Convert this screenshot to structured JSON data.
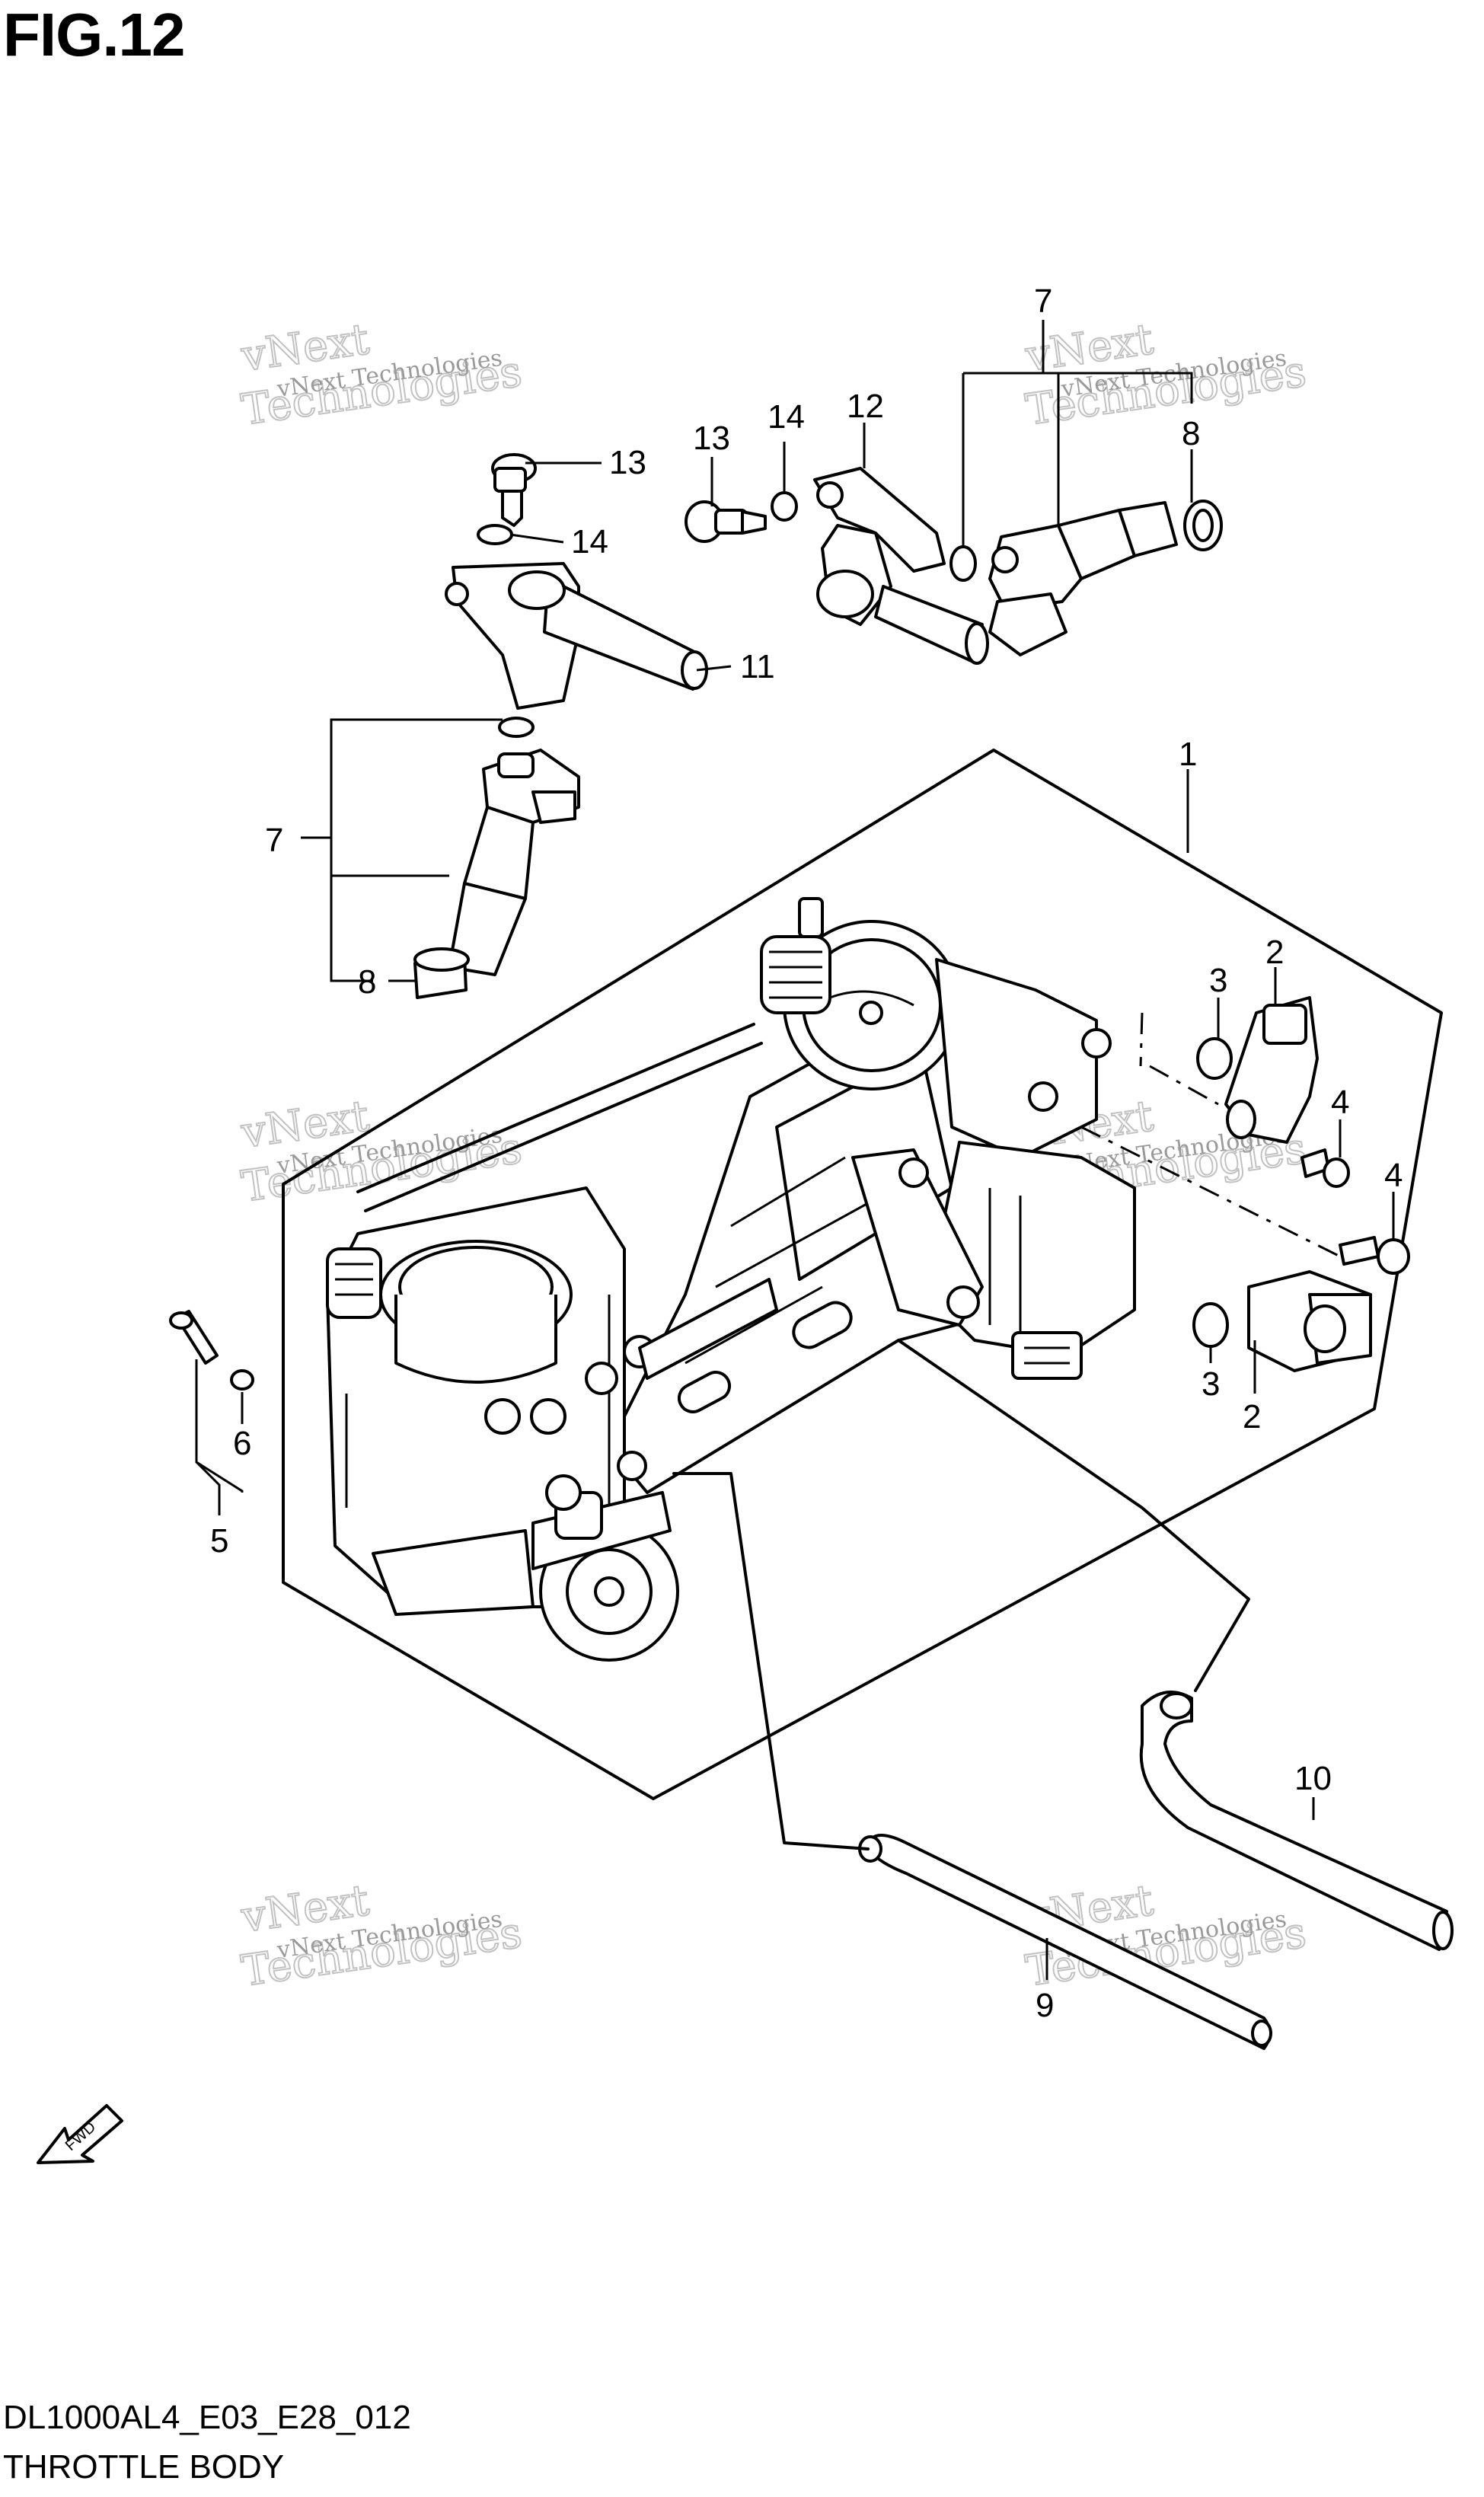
{
  "figure": {
    "title": "FIG.12",
    "code": "DL1000AL4_E03_E28_012",
    "caption": "THROTTLE BODY"
  },
  "fwd_label": "FWD",
  "watermark": {
    "line1": "vNext Technologies",
    "line2": "vNext",
    "line3": "Technologies"
  },
  "callouts": [
    "1",
    "2",
    "2",
    "3",
    "3",
    "4",
    "4",
    "5",
    "6",
    "7",
    "7",
    "8",
    "8",
    "9",
    "10",
    "11",
    "12",
    "13",
    "13",
    "14",
    "14"
  ]
}
